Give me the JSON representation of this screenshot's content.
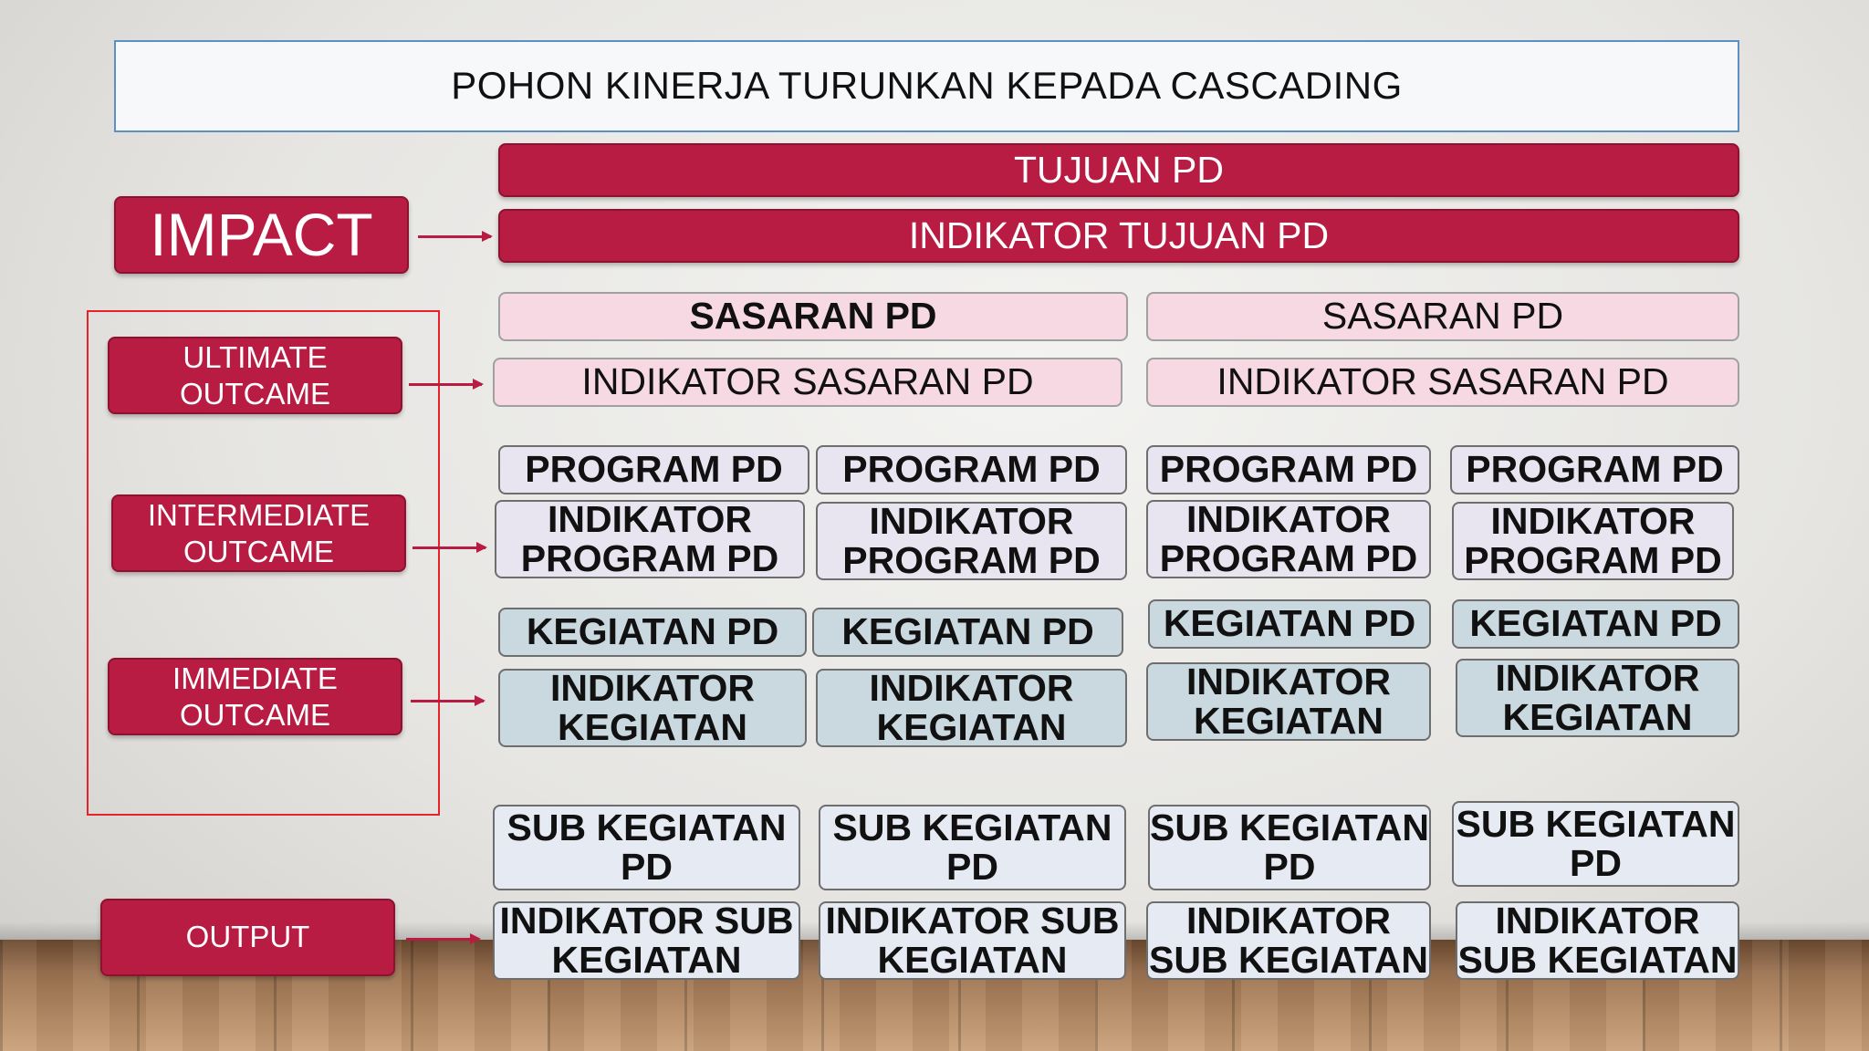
{
  "title": "POHON KINERJA TURUNKAN KEPADA CASCADING",
  "levels": {
    "impact": "IMPACT",
    "ultimate": "ULTIMATE OUTCAME",
    "intermediate": "INTERMEDIATE OUTCAME",
    "immediate": "IMMEDIATE OUTCAME",
    "output": "OUTPUT"
  },
  "tujuan": {
    "tujuan_pd": "TUJUAN PD",
    "indikator_tujuan_pd": "INDIKATOR TUJUAN PD"
  },
  "sasaran": [
    {
      "label": "SASARAN PD",
      "indikator": "INDIKATOR SASARAN PD"
    },
    {
      "label": "SASARAN PD",
      "indikator": "INDIKATOR SASARAN PD"
    }
  ],
  "program": [
    {
      "label": "PROGRAM PD",
      "indikator": "INDIKATOR PROGRAM PD"
    },
    {
      "label": "PROGRAM PD",
      "indikator": "INDIKATOR PROGRAM PD"
    },
    {
      "label": "PROGRAM PD",
      "indikator": "INDIKATOR PROGRAM PD"
    },
    {
      "label": "PROGRAM PD",
      "indikator": "INDIKATOR PROGRAM PD"
    }
  ],
  "kegiatan": [
    {
      "label": "KEGIATAN PD",
      "indikator": "INDIKATOR KEGIATAN"
    },
    {
      "label": "KEGIATAN PD",
      "indikator": "INDIKATOR KEGIATAN"
    },
    {
      "label": "KEGIATAN PD",
      "indikator": "INDIKATOR KEGIATAN"
    },
    {
      "label": "KEGIATAN PD",
      "indikator": "INDIKATOR KEGIATAN"
    }
  ],
  "sub_kegiatan": [
    {
      "label": "SUB KEGIATAN PD",
      "indikator": "INDIKATOR SUB KEGIATAN"
    },
    {
      "label": "SUB KEGIATAN PD",
      "indikator": "INDIKATOR SUB KEGIATAN"
    },
    {
      "label": "SUB KEGIATAN PD",
      "indikator": "INDIKATOR SUB KEGIATAN"
    },
    {
      "label": "SUB KEGIATAN PD",
      "indikator": "INDIKATOR SUB KEGIATAN"
    }
  ],
  "colors": {
    "accent_red": "#b81c43",
    "sasaran_fill": "#f6d9e3",
    "program_fill": "#e8e5f1",
    "kegiatan_fill": "#cad9df",
    "sub_kegiatan_fill": "#e6eaf2",
    "frame_red": "#e8212b"
  }
}
